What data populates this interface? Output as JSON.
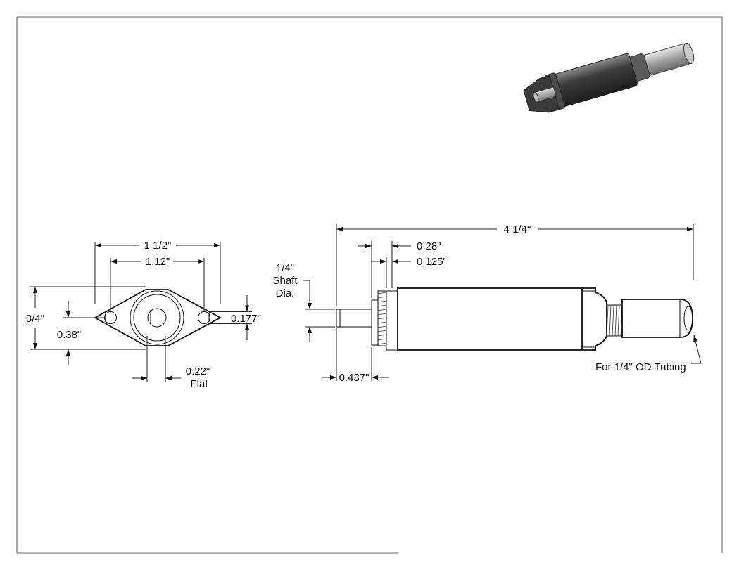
{
  "flange_view": {
    "overall_width": "1 1/2\"",
    "hole_spacing": "1.12\"",
    "height": "3/4\"",
    "center_offset": "0.38\"",
    "hole_diameter": "0.177\"",
    "flat_width": "0.22\"",
    "flat_label": "Flat"
  },
  "side_view": {
    "overall_length": "4 1/4\"",
    "thread_length": "0.28\"",
    "collar_length": "0.125\"",
    "shaft_length": "0.437\"",
    "shaft_note": [
      "1/4\"",
      "Shaft",
      "Dia."
    ],
    "tubing_note": "For 1/4\" OD Tubing"
  }
}
